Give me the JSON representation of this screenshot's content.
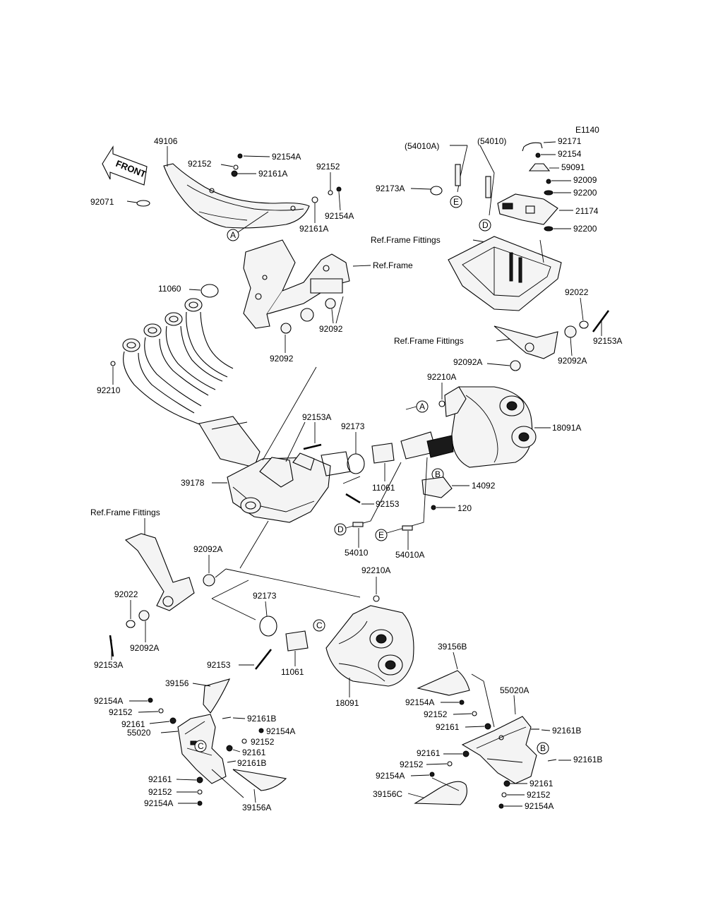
{
  "diagram_code": "E1140",
  "front_label": "FRONT",
  "labels": {
    "p49106": "49106",
    "p92154A_a": "92154A",
    "p92152_a": "92152",
    "p92161A_a": "92161A",
    "p92152_b": "92152",
    "p92154A_b": "92154A",
    "p92161A_b": "92161A",
    "p92071": "92071",
    "p54010A_ref": "(54010A)",
    "p54010_ref": "(54010)",
    "p92171": "92171",
    "p92154_a": "92154",
    "p59091": "59091",
    "p92173A": "92173A",
    "p92009": "92009",
    "p92200_a": "92200",
    "p21174": "21174",
    "p92200_b": "92200",
    "ref_frame_fittings_1": "Ref.Frame Fittings",
    "ref_frame": "Ref.Frame",
    "p11060": "11060",
    "p92092_a": "92092",
    "p92092_b": "92092",
    "p92210": "92210",
    "p92022_a": "92022",
    "ref_frame_fittings_2": "Ref.Frame Fittings",
    "p92153A_a": "92153A",
    "p92092A_a": "92092A",
    "p92092A_b": "92092A",
    "p92210A_a": "92210A",
    "p92153A_b": "92153A",
    "p92173_a": "92173",
    "p18091A": "18091A",
    "p39178": "39178",
    "p11061_a": "11061",
    "p14092": "14092",
    "p92153_a": "92153",
    "p120": "120",
    "ref_frame_fittings_3": "Ref.Frame Fittings",
    "p54010": "54010",
    "p54010A": "54010A",
    "p92092A_c": "92092A",
    "p92210A_b": "92210A",
    "p92022_b": "92022",
    "p92173_b": "92173",
    "p92092A_d": "92092A",
    "p92153A_c": "92153A",
    "p92153_b": "92153",
    "p11061_b": "11061",
    "p18091": "18091",
    "p39156B": "39156B",
    "p39156": "39156",
    "p55020A": "55020A",
    "p92154A_c": "92154A",
    "p92152_c": "92152",
    "p92161_a": "92161",
    "p92161B_a": "92161B",
    "p92154A_d": "92154A",
    "p92152_d": "92152",
    "p92161_b": "92161",
    "p92161B_b": "92161B",
    "p55020": "55020",
    "p92154A_e": "92154A",
    "p92152_e": "92152",
    "p92161_c": "92161",
    "p92161B_c": "92161B",
    "p92161_d": "92161",
    "p92152_f": "92152",
    "p92154A_f": "92154A",
    "p92161_e": "92161",
    "p92152_g": "92152",
    "p92154A_g": "92154A",
    "p39156A": "39156A",
    "p39156C": "39156C",
    "p92161B_d": "92161B",
    "p92161_f": "92161",
    "p92152_h": "92152",
    "p92154A_h": "92154A"
  },
  "callouts": {
    "A1": "A",
    "A2": "A",
    "B1": "B",
    "B2": "B",
    "C1": "C",
    "C2": "C",
    "D1": "D",
    "D2": "D",
    "E1": "E",
    "E2": "E"
  }
}
